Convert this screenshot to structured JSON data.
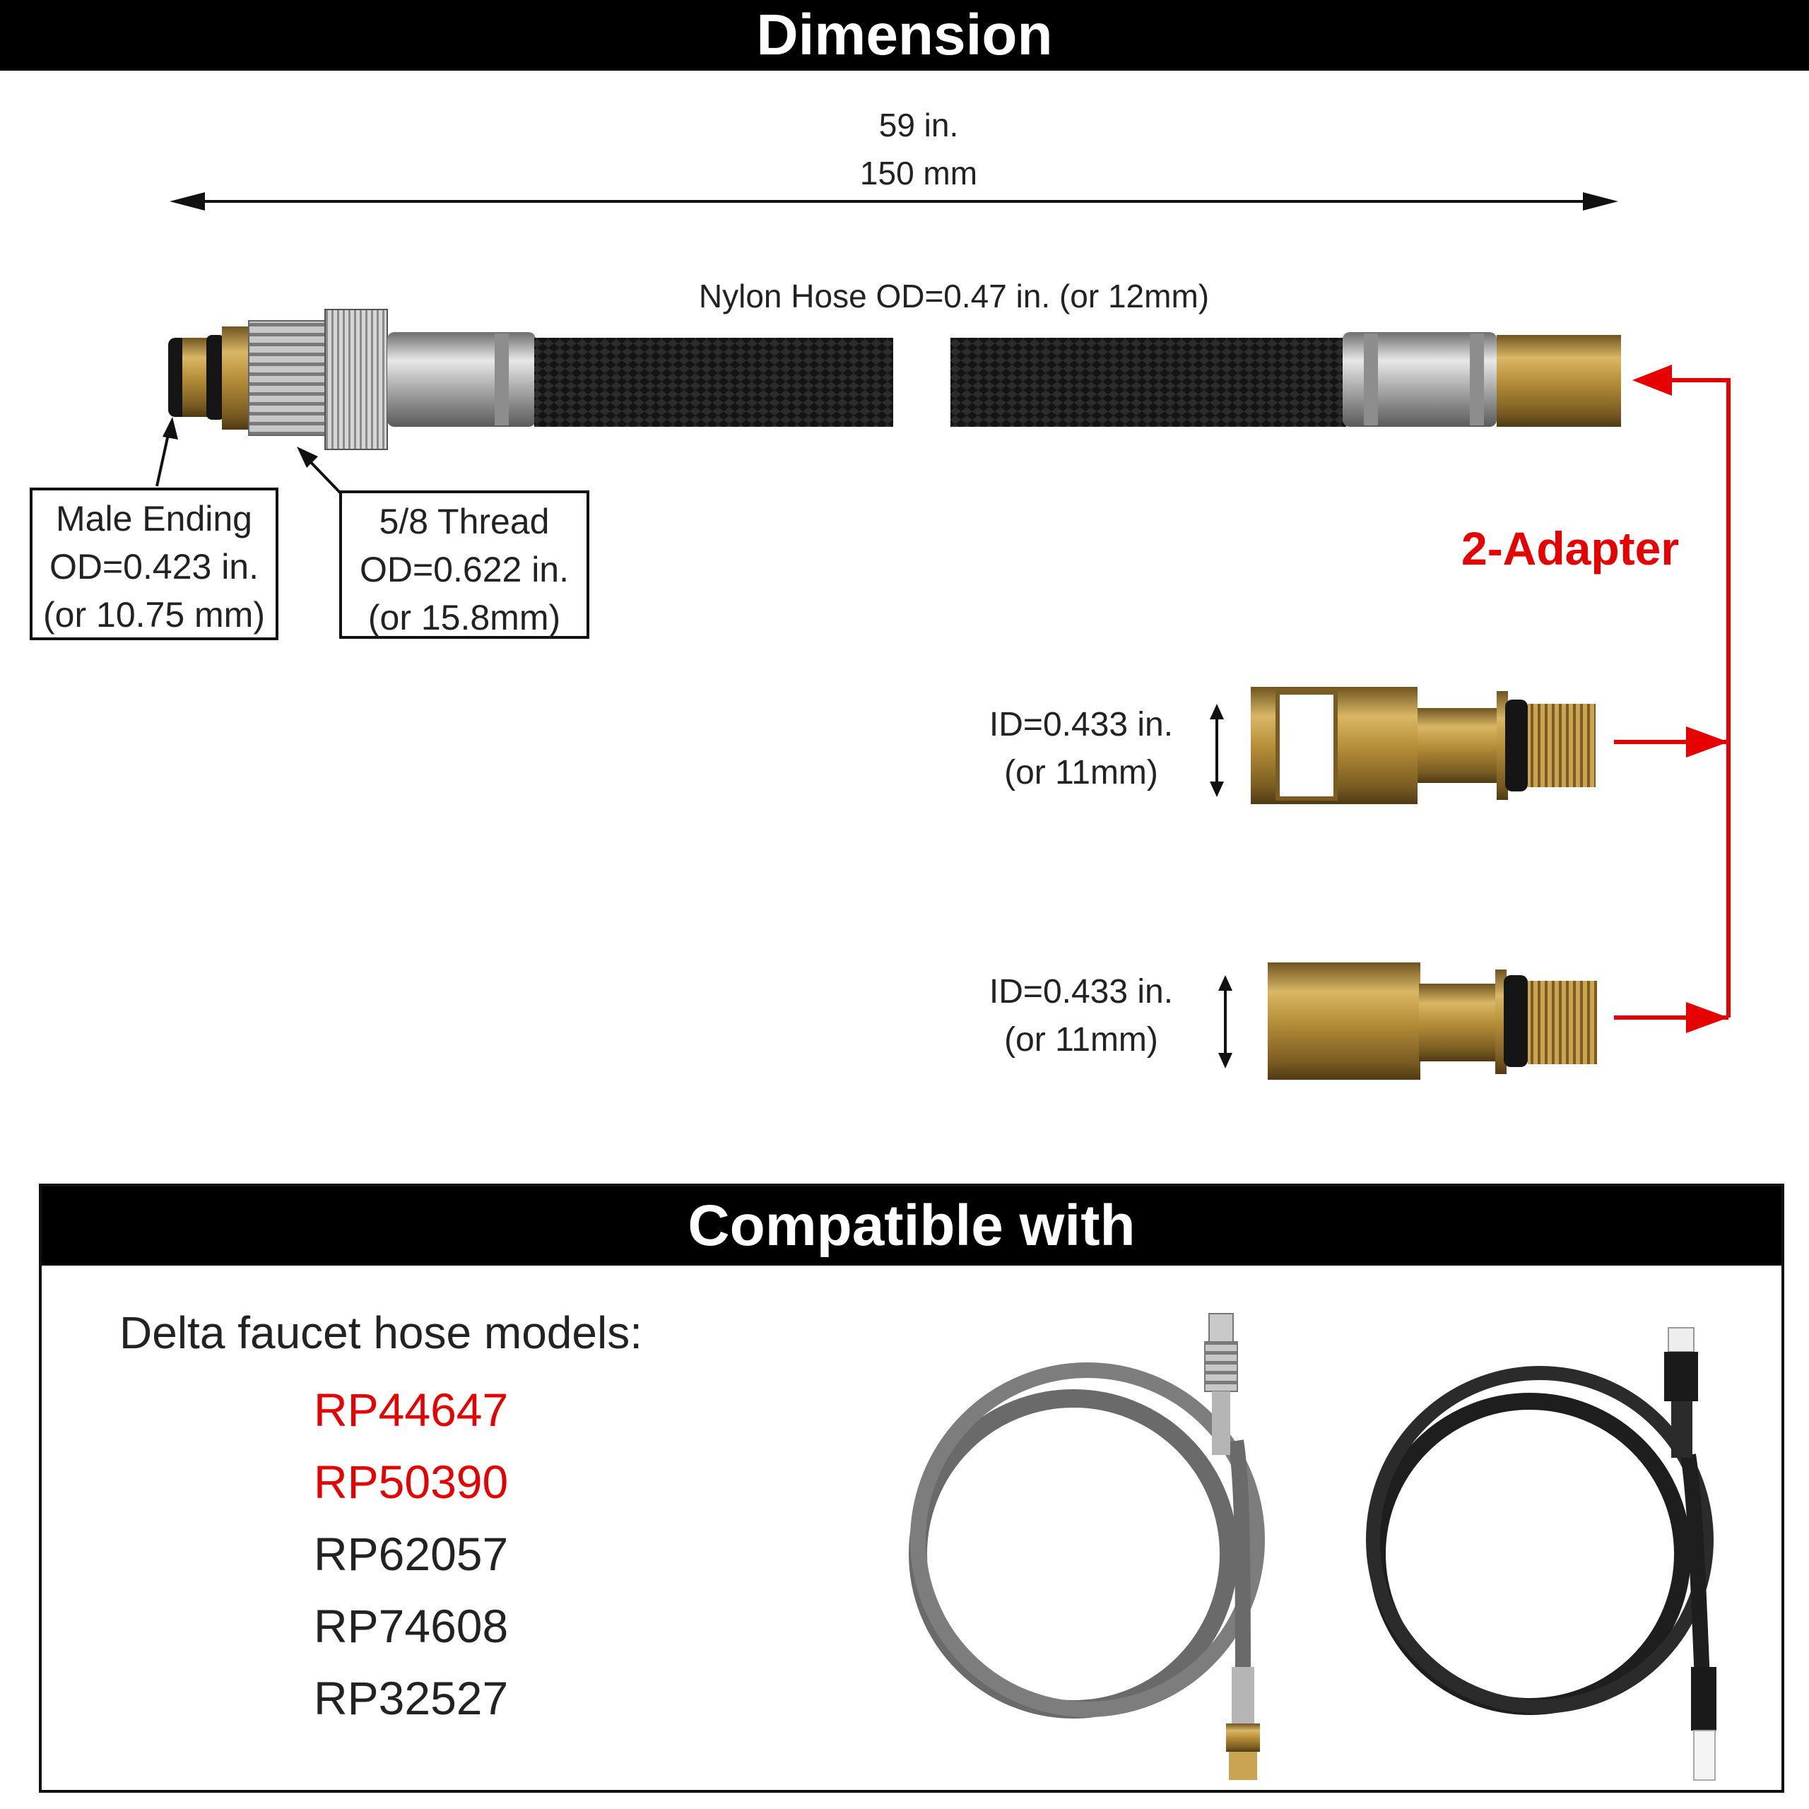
{
  "header": {
    "title": "Dimension"
  },
  "dimensions": {
    "length_in": "59 in.",
    "length_mm": "150 mm",
    "hose_label": "Nylon Hose OD=0.47 in. (or 12mm)"
  },
  "callouts": {
    "male_ending": {
      "line1": "Male Ending",
      "line2": "OD=0.423 in.",
      "line3": "(or 10.75 mm)"
    },
    "thread": {
      "line1": "5/8 Thread",
      "line2": "OD=0.622 in.",
      "line3": "(or 15.8mm)"
    }
  },
  "adapters": {
    "label": "2-Adapter",
    "items": [
      {
        "line1": "ID=0.433 in.",
        "line2": "(or 11mm)"
      },
      {
        "line1": "ID=0.433 in.",
        "line2": "(or 11mm)"
      }
    ]
  },
  "compatible": {
    "title": "Compatible with",
    "models_title": "Delta faucet hose models:",
    "models": [
      "RP44647",
      "RP50390",
      "RP62057",
      "RP74608",
      "RP32527"
    ]
  },
  "colors": {
    "accent_red": "#e60000",
    "hose_black": "#1a1a1a",
    "brass": "#b8903a",
    "steel": "#b9b9b9"
  }
}
